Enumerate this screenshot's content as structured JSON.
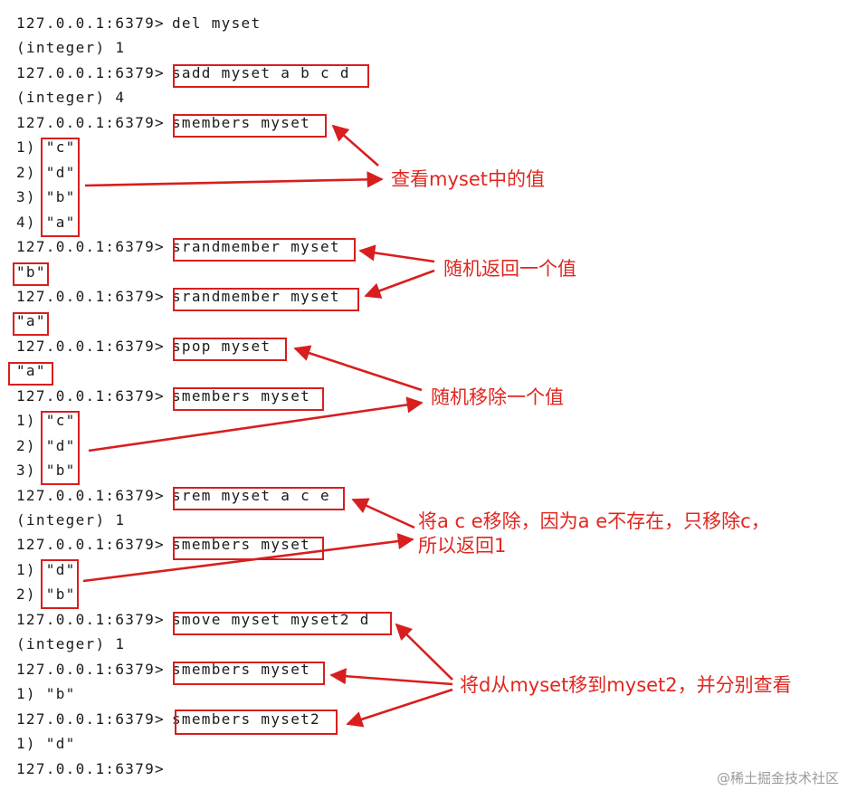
{
  "terminal": {
    "lines": [
      {
        "prompt": "127.0.0.1:6379>",
        "cmd": "del myset"
      },
      {
        "text": "(integer) 1"
      },
      {
        "prompt": "127.0.0.1:6379>",
        "cmd": "sadd myset a b c d"
      },
      {
        "text": "(integer) 4"
      },
      {
        "prompt": "127.0.0.1:6379>",
        "cmd": "smembers myset"
      },
      {
        "text": "1) \"c\""
      },
      {
        "text": "2) \"d\""
      },
      {
        "text": "3) \"b\""
      },
      {
        "text": "4) \"a\""
      },
      {
        "prompt": "127.0.0.1:6379>",
        "cmd": "srandmember myset"
      },
      {
        "text": "\"b\""
      },
      {
        "prompt": "127.0.0.1:6379>",
        "cmd": "srandmember myset"
      },
      {
        "text": "\"a\""
      },
      {
        "prompt": "127.0.0.1:6379>",
        "cmd": "spop myset"
      },
      {
        "text": "\"a\""
      },
      {
        "prompt": "127.0.0.1:6379>",
        "cmd": "smembers myset"
      },
      {
        "text": "1) \"c\""
      },
      {
        "text": "2) \"d\""
      },
      {
        "text": "3) \"b\""
      },
      {
        "prompt": "127.0.0.1:6379>",
        "cmd": "srem myset a c e"
      },
      {
        "text": "(integer) 1"
      },
      {
        "prompt": "127.0.0.1:6379>",
        "cmd": "smembers myset"
      },
      {
        "text": "1) \"d\""
      },
      {
        "text": "2) \"b\""
      },
      {
        "prompt": "127.0.0.1:6379>",
        "cmd": "smove myset myset2 d"
      },
      {
        "text": "(integer) 1"
      },
      {
        "prompt": "127.0.0.1:6379>",
        "cmd": "smembers myset"
      },
      {
        "text": "1) \"b\""
      },
      {
        "prompt": "127.0.0.1:6379>",
        "cmd": "smembers myset2"
      },
      {
        "text": "1) \"d\""
      },
      {
        "prompt": "127.0.0.1:6379>",
        "cmd": ""
      }
    ]
  },
  "annotations": {
    "view_values": "查看myset中的值",
    "random_return": "随机返回一个值",
    "random_remove": "随机移除一个值",
    "srem_line1": "将a c e移除，因为a e不存在，只移除c，",
    "srem_line2": "所以返回1",
    "smove_note": "将d从myset移到myset2，并分别查看"
  },
  "watermark": "@稀土掘金技术社区",
  "colors": {
    "accent": "#d81e1e",
    "text": "#1a1a1a",
    "background": "#ffffff"
  }
}
